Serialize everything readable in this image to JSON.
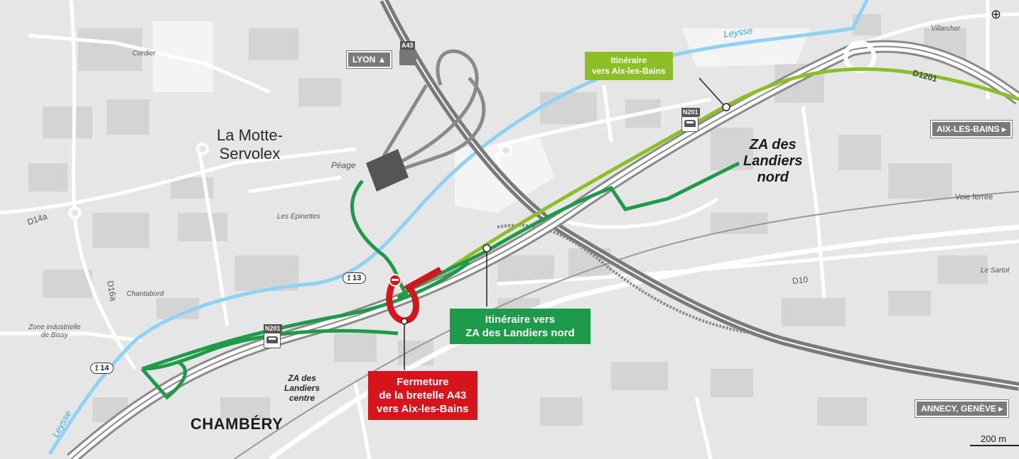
{
  "places": {
    "motte_servolex": "La Motte-\nServolex",
    "cordier": "Cordier",
    "epinettes": "Les Épinettes",
    "chantabord": "Chantabord",
    "zone_bissy": "Zone industrielle\nde Bissy",
    "villarcher": "Villarcher",
    "le_sartot": "Le Sartot",
    "peage": "Péage",
    "chambery": "CHAMBÉRY"
  },
  "roads": {
    "d14a": "D14a",
    "d16a": "D16a",
    "d10": "D10",
    "d1201": "D1201",
    "voie_ferree": "Voie ferrée",
    "a43": "A43",
    "n201": "N201"
  },
  "rivers": {
    "leysse": "Leysse"
  },
  "signs": {
    "lyon": "LYON",
    "aix": "AIX-LES-BAINS",
    "annecy": "ANNECY, GENÈVE"
  },
  "exits": {
    "e13": "13",
    "e14": "14"
  },
  "zones": {
    "za_centre": "ZA des\nLandiers\ncentre",
    "za_nord": "ZA des\nLandiers\nnord"
  },
  "callouts": {
    "aix_route": "Itinéraire\nvers Aix-les-Bains",
    "za_route": "Itinéraire vers\nZA des Landiers nord",
    "closure": "Fermeture\nde la bretelle A43\nvers Aix-les-Bains"
  },
  "scale": {
    "label": "200 m"
  },
  "colors": {
    "route_green": "#1d9a4a",
    "route_lime": "#8cbf26",
    "closure_red": "#d7141c",
    "river": "#8fd3f4",
    "motorway": "#7a7a7a"
  }
}
